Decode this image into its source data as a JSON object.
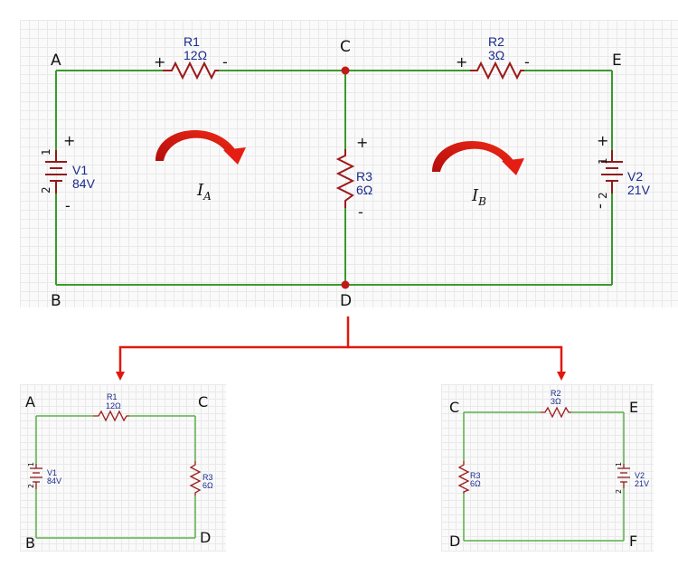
{
  "main_circuit": {
    "nodes": {
      "A": "A",
      "B": "B",
      "C": "C",
      "D": "D",
      "E": "E"
    },
    "R1": {
      "name": "R1",
      "value": "12Ω",
      "plus": "+",
      "minus": "-"
    },
    "R2": {
      "name": "R2",
      "value": "3Ω",
      "plus": "+",
      "minus": "-"
    },
    "R3": {
      "name": "R3",
      "value": "6Ω",
      "plus": "+",
      "minus": "-"
    },
    "V1": {
      "name": "V1",
      "value": "84V",
      "plus": "+",
      "minus": "-",
      "pin1": "1",
      "pin2": "2"
    },
    "V2": {
      "name": "V2",
      "value": "21V",
      "plus": "+",
      "minus": "-",
      "pin1": "1",
      "pin2": "2"
    },
    "loop_a": {
      "symbol": "I",
      "subscript": "A"
    },
    "loop_b": {
      "symbol": "I",
      "subscript": "B"
    }
  },
  "left_circuit": {
    "nodes": {
      "A": "A",
      "B": "B",
      "C": "C",
      "D": "D"
    },
    "R1": {
      "name": "R1",
      "value": "12Ω"
    },
    "R3": {
      "name": "R3",
      "value": "6Ω"
    },
    "V1": {
      "name": "V1",
      "value": "84V",
      "pin1": "1",
      "pin2": "2"
    }
  },
  "right_circuit": {
    "nodes": {
      "C": "C",
      "D": "D",
      "E": "E",
      "F": "F"
    },
    "R2": {
      "name": "R2",
      "value": "3Ω"
    },
    "R3": {
      "name": "R3",
      "value": "6Ω"
    },
    "V2": {
      "name": "V2",
      "value": "21V",
      "pin1": "1",
      "pin2": "2"
    }
  },
  "colors": {
    "wire": "#3a9a2c",
    "component": "#9b1b1b",
    "label": "#1a2a8c",
    "node": "#c21818",
    "arrow": "#e0180e"
  }
}
